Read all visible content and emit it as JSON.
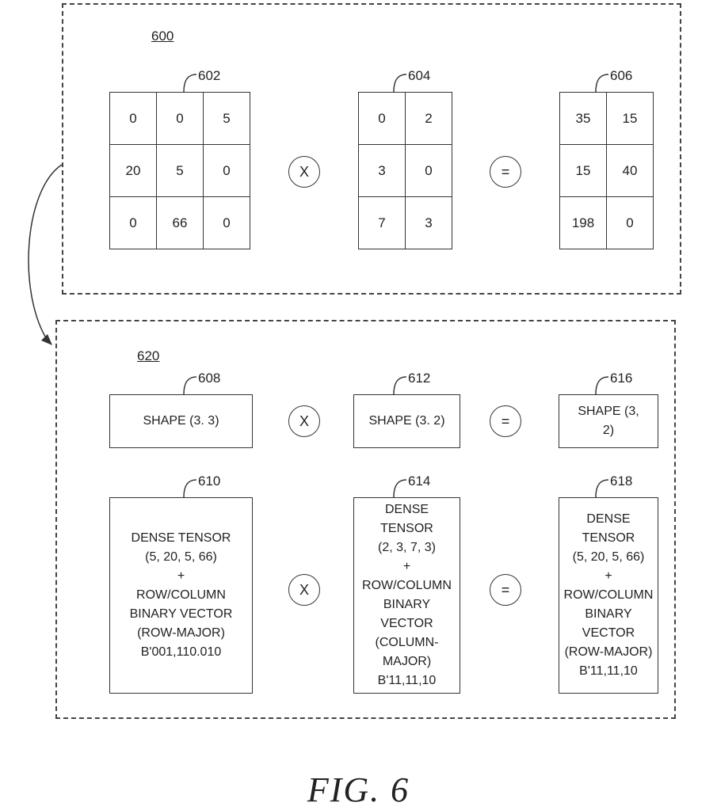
{
  "panel_top": {
    "ref": "600",
    "matrix_602": {
      "label": "602",
      "rows": [
        [
          "0",
          "0",
          "5"
        ],
        [
          "20",
          "5",
          "0"
        ],
        [
          "0",
          "66",
          "0"
        ]
      ]
    },
    "op_multiply": "X",
    "matrix_604": {
      "label": "604",
      "rows": [
        [
          "0",
          "2"
        ],
        [
          "3",
          "0"
        ],
        [
          "7",
          "3"
        ]
      ]
    },
    "op_equals": "=",
    "matrix_606": {
      "label": "606",
      "rows": [
        [
          "35",
          "15"
        ],
        [
          "15",
          "40"
        ],
        [
          "198",
          "0"
        ]
      ]
    }
  },
  "panel_bottom": {
    "ref": "620",
    "box_608": {
      "label": "608",
      "lines": [
        "SHAPE (3. 3)"
      ]
    },
    "box_612": {
      "label": "612",
      "lines": [
        "SHAPE (3. 2)"
      ]
    },
    "box_616": {
      "label": "616",
      "lines": [
        "SHAPE (3,",
        "2)"
      ]
    },
    "op_multiply_1": "X",
    "op_equals_1": "=",
    "box_610": {
      "label": "610",
      "lines": [
        "DENSE TENSOR",
        "(5, 20, 5, 66)",
        "+",
        "ROW/COLUMN",
        "BINARY VECTOR",
        "(ROW-MAJOR)",
        "B'001,110.010"
      ]
    },
    "box_614": {
      "label": "614",
      "lines": [
        "DENSE",
        "TENSOR",
        "(2, 3, 7, 3)",
        "+",
        "ROW/COLUMN",
        "BINARY",
        "VECTOR",
        "(COLUMN-MAJOR)",
        "B'11,11,10"
      ]
    },
    "box_618": {
      "label": "618",
      "lines": [
        "DENSE",
        "TENSOR",
        "(5, 20, 5, 66)",
        "+",
        "ROW/COLUMN",
        "BINARY",
        "VECTOR",
        "(ROW-MAJOR)",
        "B'11,11,10"
      ]
    },
    "op_multiply_2": "X",
    "op_equals_2": "="
  },
  "figure_caption": "FIG. 6"
}
